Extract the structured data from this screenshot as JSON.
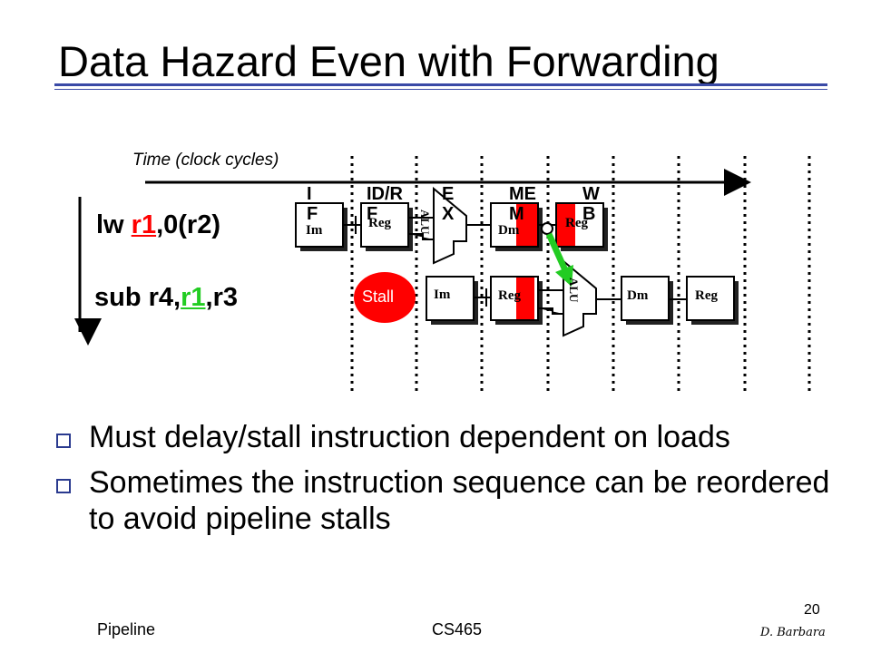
{
  "slide": {
    "title": "Data Hazard Even with Forwarding",
    "time_label": "Time (clock cycles)"
  },
  "stages": {
    "if": "I\nF",
    "id": "ID/R\nF",
    "ex": "E\nX",
    "mem": "ME\nM",
    "wb": "W\nB"
  },
  "instructions": {
    "lw_op": "lw ",
    "lw_reg": "r1",
    "lw_rest": ",0(r2)",
    "sub_op": "sub r4,",
    "sub_reg": "r1",
    "sub_rest": ",r3"
  },
  "pipeline": {
    "im": "Im",
    "reg": "Reg",
    "dm": "Dm",
    "alu": "ALU",
    "stall": "Stall"
  },
  "bullets": [
    "Must delay/stall instruction dependent on loads",
    "Sometimes the instruction sequence can be reordered to avoid pipeline stalls"
  ],
  "footer": {
    "left": "Pipeline",
    "center": "CS465",
    "page": "20",
    "author": "D. Barbara"
  },
  "colors": {
    "accent": "#3a4aa6",
    "hazard": "#ff0000",
    "forward": "#22cc22"
  }
}
